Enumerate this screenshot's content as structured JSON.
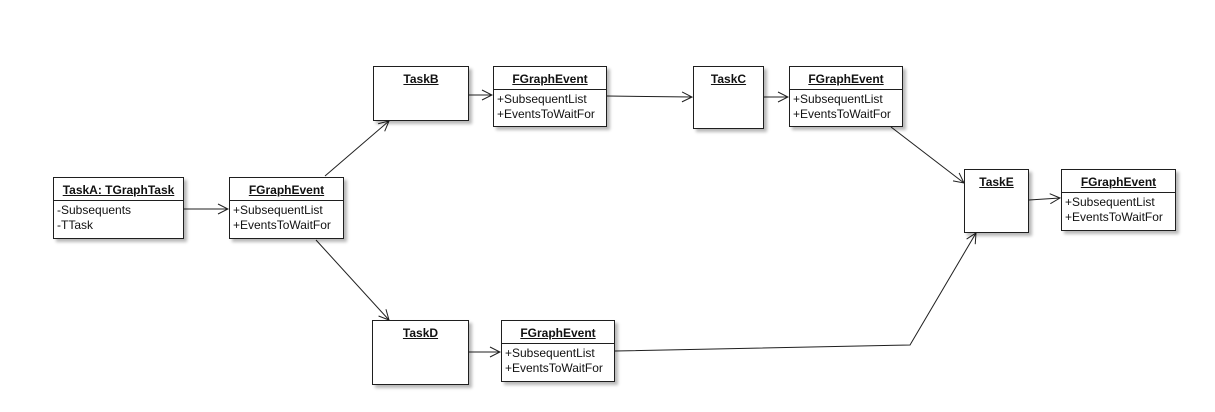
{
  "nodes": {
    "taskA": {
      "title": "TaskA: TGraphTask",
      "attrs": [
        "-Subsequents",
        "-TTask"
      ]
    },
    "eventA": {
      "title": "FGraphEvent",
      "attrs": [
        "+SubsequentList",
        "+EventsToWaitFor"
      ]
    },
    "taskB": {
      "title": "TaskB",
      "attrs": []
    },
    "eventB": {
      "title": "FGraphEvent",
      "attrs": [
        "+SubsequentList",
        "+EventsToWaitFor"
      ]
    },
    "taskC": {
      "title": "TaskC",
      "attrs": []
    },
    "eventC": {
      "title": "FGraphEvent",
      "attrs": [
        "+SubsequentList",
        "+EventsToWaitFor"
      ]
    },
    "taskD": {
      "title": "TaskD",
      "attrs": []
    },
    "eventD": {
      "title": "FGraphEvent",
      "attrs": [
        "+SubsequentList",
        "+EventsToWaitFor"
      ]
    },
    "taskE": {
      "title": "TaskE",
      "attrs": []
    },
    "eventE": {
      "title": "FGraphEvent",
      "attrs": [
        "+SubsequentList",
        "+EventsToWaitFor"
      ]
    }
  },
  "edges": [
    {
      "from": "taskA",
      "to": "eventA"
    },
    {
      "from": "eventA",
      "to": "taskB"
    },
    {
      "from": "eventA",
      "to": "taskD"
    },
    {
      "from": "taskB",
      "to": "eventB"
    },
    {
      "from": "eventB",
      "to": "taskC"
    },
    {
      "from": "taskC",
      "to": "eventC"
    },
    {
      "from": "eventC",
      "to": "taskE"
    },
    {
      "from": "taskD",
      "to": "eventD"
    },
    {
      "from": "eventD",
      "to": "taskE"
    },
    {
      "from": "taskE",
      "to": "eventE"
    }
  ],
  "colors": {
    "stroke": "#1f1f1f",
    "fill": "#ffffff",
    "text": "#111111"
  }
}
